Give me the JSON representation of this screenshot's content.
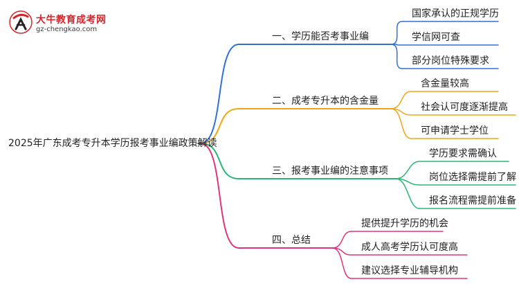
{
  "logo": {
    "name": "大牛教育成考网",
    "url": "gz-chengkao.com"
  },
  "root": "2025年广东成考专升本学历报考事业编政策解读",
  "branches": [
    {
      "title": "一、学历能否考事业编",
      "color": "#2f6fd6",
      "children": [
        "国家承认的正规学历",
        "学信网可查",
        "部分岗位特殊要求"
      ]
    },
    {
      "title": "二、成考专升本的含金量",
      "color": "#f2a516",
      "children": [
        "含金量较高",
        "社会认可度逐渐提高",
        "可申请学士学位"
      ]
    },
    {
      "title": "三、报考事业编的注意事项",
      "color": "#2bb673",
      "children": [
        "学历要求需确认",
        "岗位选择需提前了解",
        "报名流程需提前准备"
      ]
    },
    {
      "title": "四、总结",
      "color": "#e2327a",
      "children": [
        "提供提升学历的机会",
        "成人高考学历认可度高",
        "建议选择专业辅导机构"
      ]
    }
  ]
}
